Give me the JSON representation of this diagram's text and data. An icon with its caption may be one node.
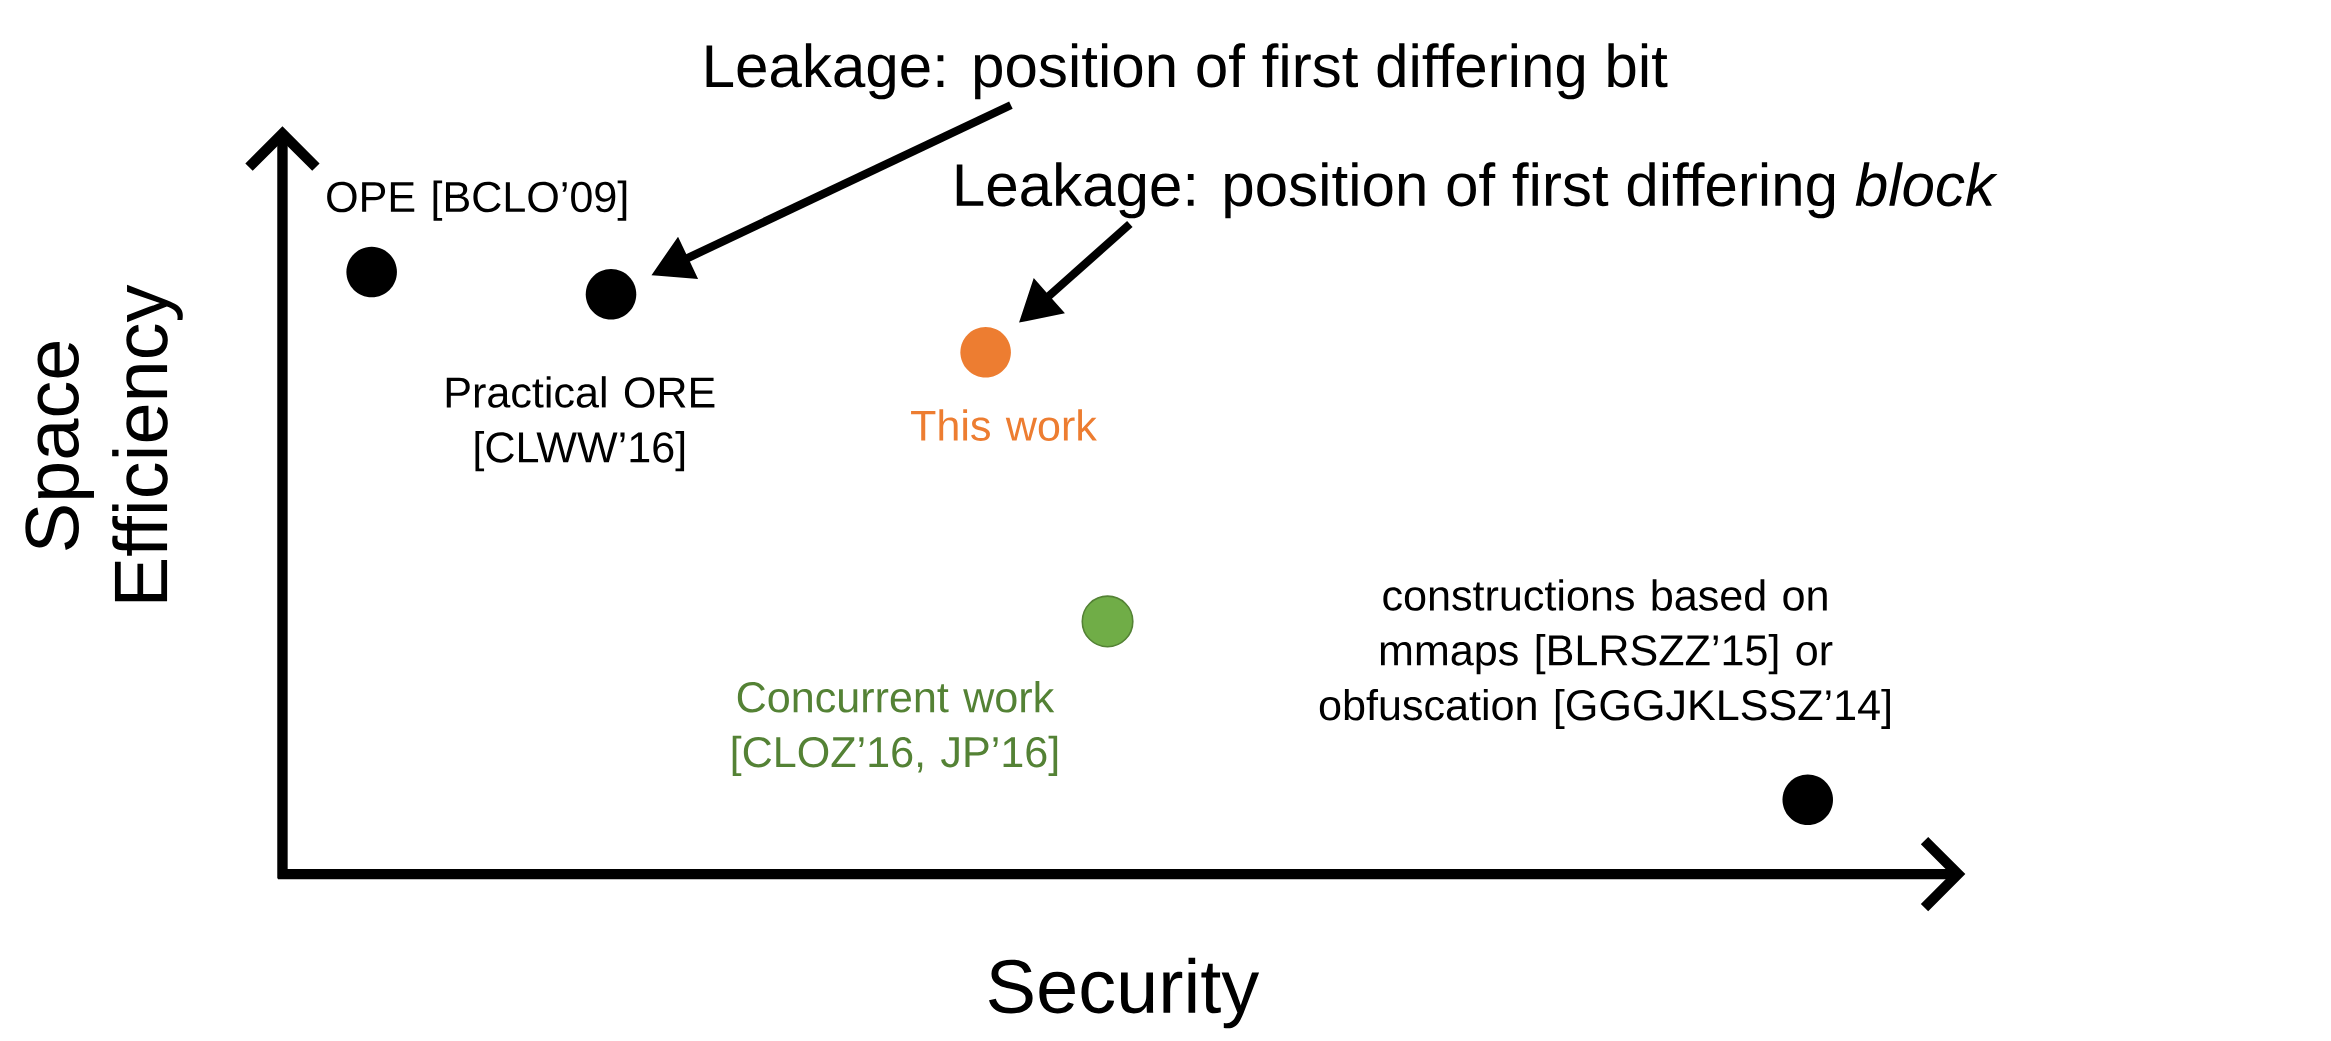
{
  "diagram": {
    "nodes": [
      {
        "text": [
          "Leakage: position of first differing bit"
        ]
      },
      {
        "text": [
          "Leakage: position of first differing *block*"
        ]
      },
      {
        "text": [],
        "shape": "circle",
        "beside": [
          "OPE [BCLO’09]"
        ]
      },
      {
        "text": [],
        "shape": "circle",
        "beside": [
          "Practical ORE [CLWW’16]"
        ]
      },
      {
        "text": [],
        "shape": "circle",
        "beside": [
          "This work"
        ]
      },
      {
        "text": [],
        "shape": "circle",
        "beside": [
          "Concurrent work [CLOZ’16, JP’16]"
        ]
      },
      {
        "text": [],
        "shape": "circle",
        "beside": [
          "constructions based on mmaps [BLRSZZ’15] or obfuscation [GGGJKLSSZ’14]"
        ]
      }
    ],
    "edges": [
      {
        "from": 0,
        "to": 3,
        "arrow": "to"
      },
      {
        "from": 1,
        "to": 4,
        "arrow": "to"
      }
    ],
    "labels": [
      "Space Efficiency",
      "Security"
    ]
  }
}
